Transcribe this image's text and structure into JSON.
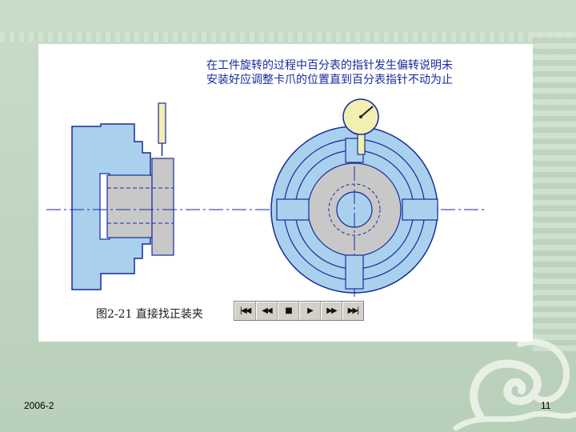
{
  "slide": {
    "caption": "在工件旋转的过程中百分表的指针发生偏转说明未\n安装好应调整卡爪的位置直到百分表指针不动为止",
    "figure_label": "图2-21  直接找正装夹",
    "footer_date": "2006-2",
    "page_number": "11"
  },
  "media_controls": [
    {
      "name": "skip-to-start",
      "glyph": "|◀◀"
    },
    {
      "name": "rewind",
      "glyph": "◀◀"
    },
    {
      "name": "stop",
      "glyph": "■"
    },
    {
      "name": "play",
      "glyph": "▶"
    },
    {
      "name": "fast-forward",
      "glyph": "▶▶"
    },
    {
      "name": "skip-to-end",
      "glyph": "▶▶|"
    }
  ],
  "colors": {
    "line_blue": "#1a2a9c",
    "chuck_blue": "#a9d1ee",
    "work_gray": "#c8c8c8",
    "gauge_yellow": "#f3efb0"
  }
}
